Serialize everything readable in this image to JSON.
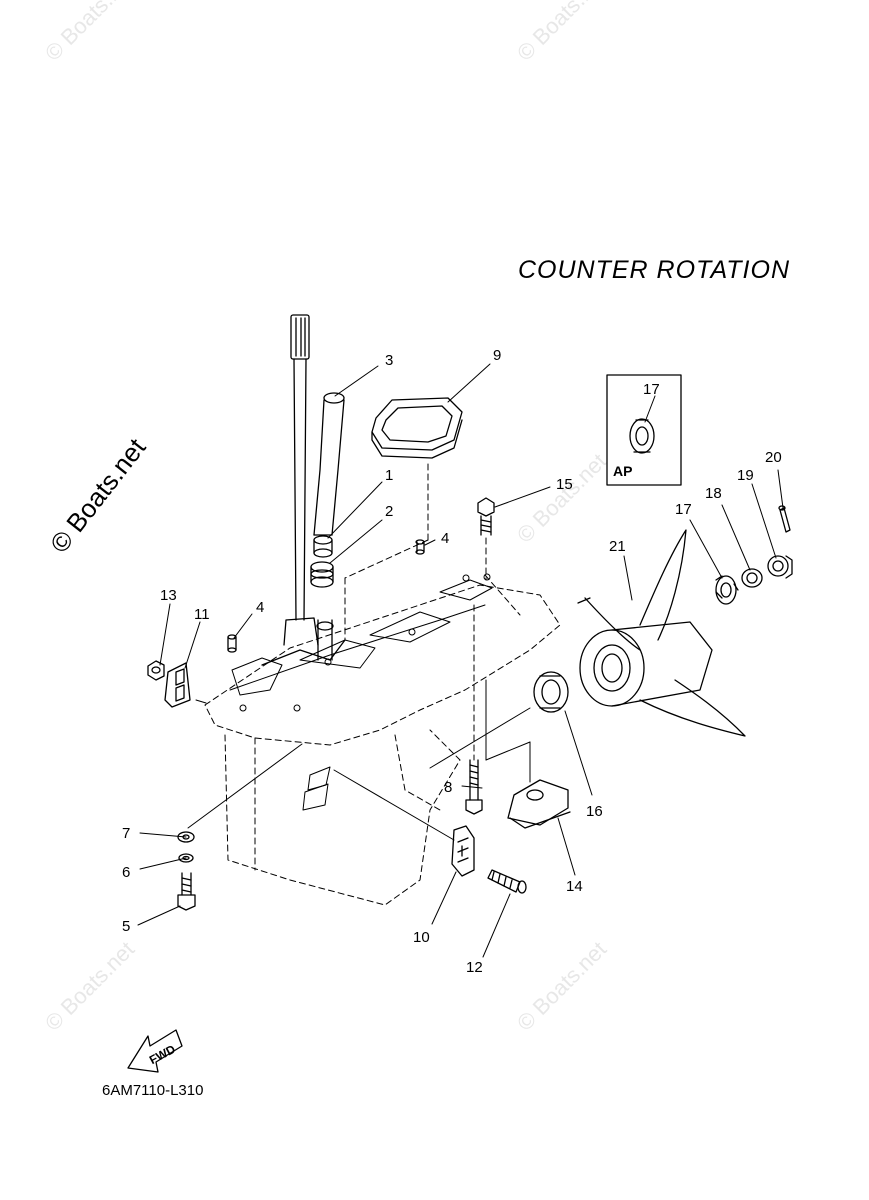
{
  "diagram": {
    "title": "COUNTER  ROTATION",
    "part_code": "6AM7110-L310",
    "inset_label": "AP",
    "fwd_label": "FWD",
    "watermark": "© Boats.net",
    "callouts": {
      "c1": "1",
      "c2": "2",
      "c3": "3",
      "c4a": "4",
      "c4b": "4",
      "c5": "5",
      "c6": "6",
      "c7": "7",
      "c8": "8",
      "c9": "9",
      "c10": "10",
      "c11": "11",
      "c12": "12",
      "c13": "13",
      "c14": "14",
      "c15": "15",
      "c16": "16",
      "c17a": "17",
      "c17b": "17",
      "c18": "18",
      "c19": "19",
      "c20": "20",
      "c21": "21"
    }
  }
}
